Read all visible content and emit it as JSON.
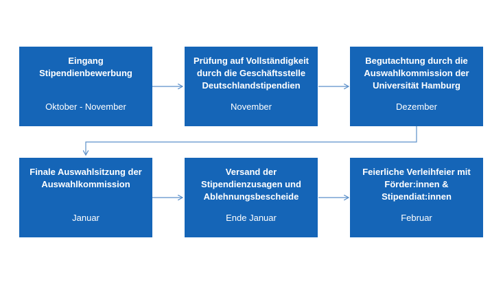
{
  "steps": [
    {
      "title": [
        "Eingang",
        "Stipendienbewerbung"
      ],
      "date": "Oktober - November"
    },
    {
      "title": [
        "Prüfung auf Vollständigkeit",
        "durch die Geschäftsstelle",
        "Deutschlandstipendien"
      ],
      "date": "November"
    },
    {
      "title": [
        "Begutachtung durch die",
        "Auswahlkommission der",
        "Universität Hamburg"
      ],
      "date": "Dezember"
    },
    {
      "title": [
        "Finale Auswahlsitzung der",
        "Auswahlkommission"
      ],
      "date": "Januar"
    },
    {
      "title": [
        "Versand der",
        "Stipendienzusagen und",
        "Ablehnungsbescheide"
      ],
      "date": "Ende Januar"
    },
    {
      "title": [
        "Feierliche Verleihfeier mit",
        "Förder:innen &",
        "Stipendiat:innen"
      ],
      "date": "Februar"
    }
  ],
  "colors": {
    "box": "#1565b7",
    "text": "#ffffff",
    "arrow": "#5b8fc9"
  }
}
